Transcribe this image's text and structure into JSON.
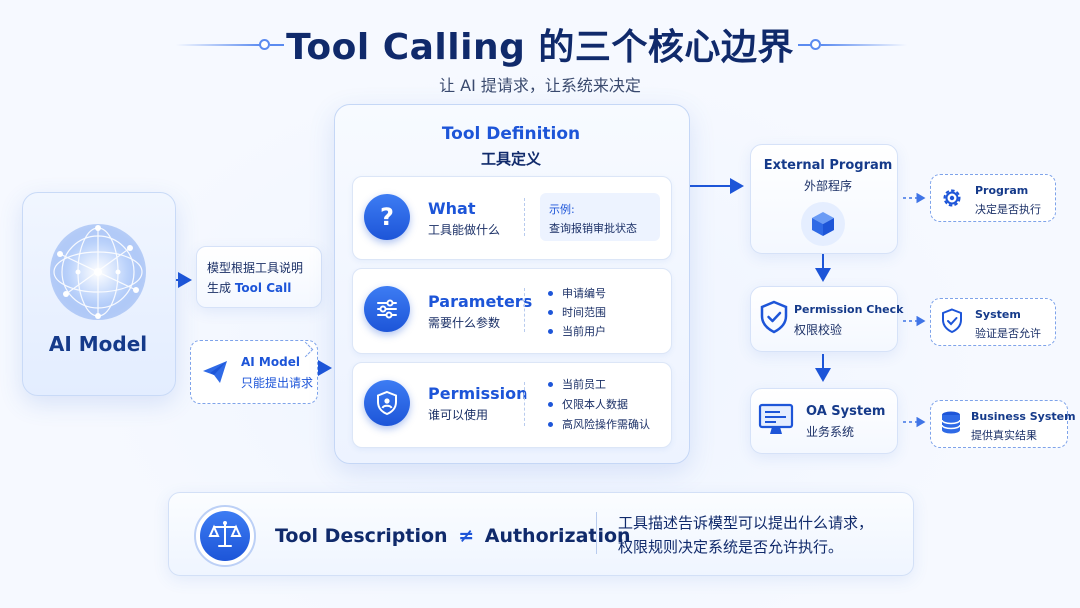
{
  "header": {
    "title": "Tool Calling 的三个核心边界",
    "subtitle": "让 AI 提请求，让系统来决定"
  },
  "ai_model": {
    "label": "AI Model",
    "note_line1": "模型根据工具说明",
    "note_line2_prefix": "生成 ",
    "note_line2_highlight": "Tool Call",
    "bubble_line1": "AI Model",
    "bubble_line2": "只能提出请求"
  },
  "tool_definition": {
    "title": "Tool Definition",
    "title_cn": "工具定义",
    "what": {
      "title": "What",
      "subtitle": "工具能做什么",
      "example_label": "示例:",
      "example_value": "查询报销审批状态"
    },
    "parameters": {
      "title": "Parameters",
      "subtitle": "需要什么参数",
      "items": [
        "申请编号",
        "时间范围",
        "当前用户"
      ]
    },
    "permission": {
      "title": "Permission",
      "subtitle": "谁可以使用",
      "items": [
        "当前员工",
        "仅限本人数据",
        "高风险操作需确认"
      ]
    }
  },
  "flow": {
    "external": {
      "title": "External Program",
      "subtitle": "外部程序"
    },
    "permission_check": {
      "title": "Permission Check",
      "subtitle": "权限校验"
    },
    "oa": {
      "title": "OA System",
      "subtitle": "业务系统"
    }
  },
  "notes": {
    "program": {
      "title": "Program",
      "subtitle": "决定是否执行"
    },
    "system": {
      "title": "System",
      "subtitle": "验证是否允许"
    },
    "business": {
      "title": "Business System",
      "subtitle": "提供真实结果"
    }
  },
  "banner": {
    "left_a": "Tool Description",
    "neq": "≠",
    "left_b": "Authorization",
    "right_line1": "工具描述告诉模型可以提出什么请求，",
    "right_line2": "权限规则决定系统是否允许执行。"
  },
  "colors": {
    "accent": "#1d55d8",
    "navy": "#102a6b",
    "dashed": "#7ea3ea",
    "background": "#f6f9ff"
  }
}
